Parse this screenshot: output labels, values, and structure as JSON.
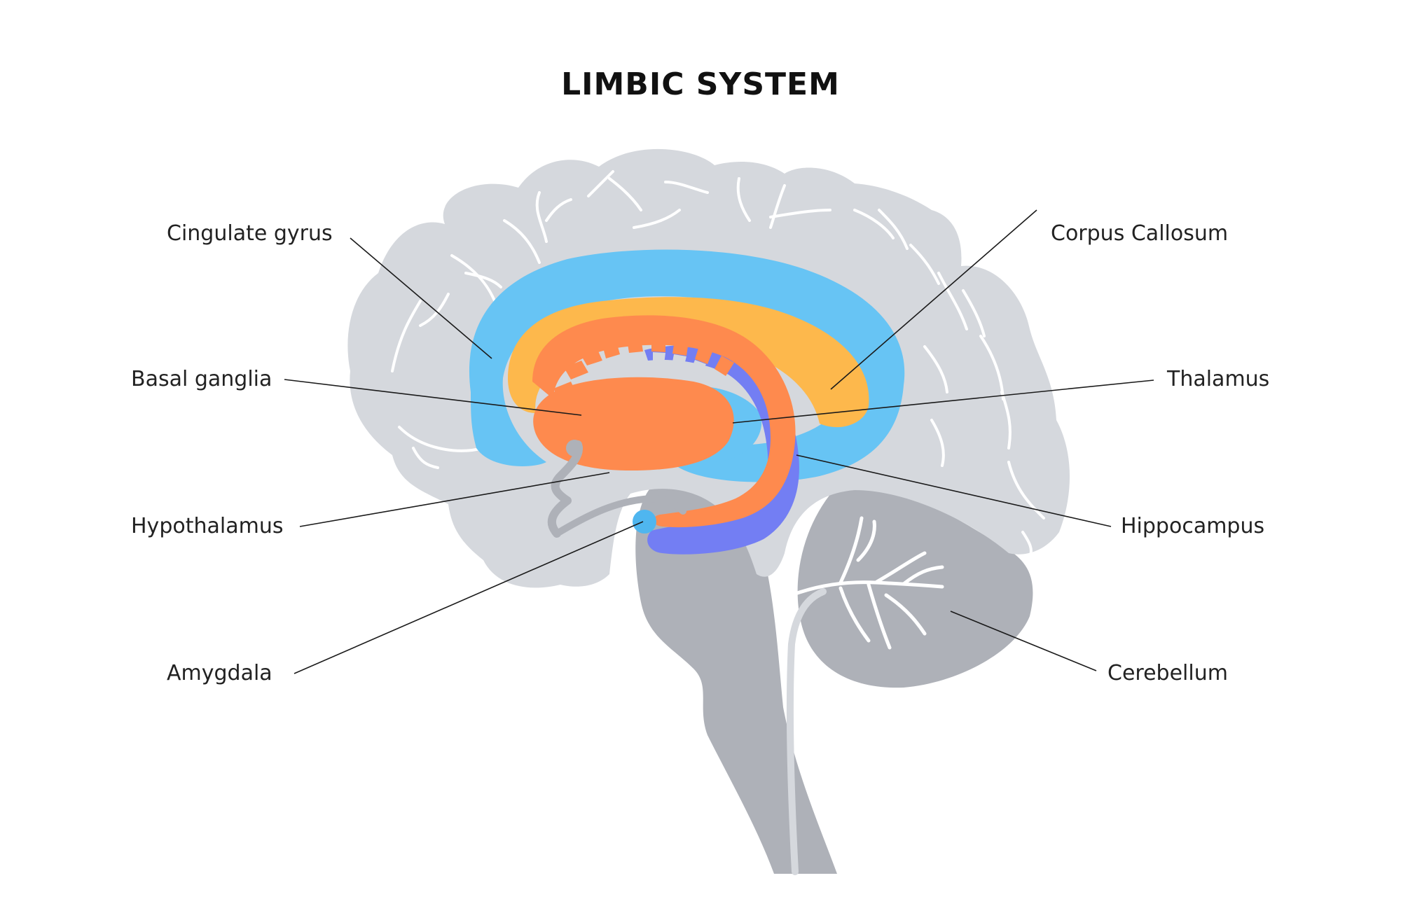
{
  "title": "LIMBIC SYSTEM",
  "colors": {
    "cerebrum": "#d5d8dd",
    "brainstem": "#aeb1b8",
    "cingulate": "#67c4f4",
    "corpus_callosum": "#fdb84c",
    "basal_ganglia": "#fe8a4e",
    "hippocampus": "#737ef3",
    "amygdala": "#4fb6ef",
    "sulci": "#ffffff",
    "leader_lines": "#1a1a1a"
  },
  "labels": {
    "cingulate_gyrus": "Cingulate gyrus",
    "basal_ganglia": "Basal ganglia",
    "hypothalamus": "Hypothalamus",
    "amygdala": "Amygdala",
    "corpus_callosum": "Corpus Callosum",
    "thalamus": "Thalamus",
    "hippocampus": "Hippocampus",
    "cerebellum": "Cerebellum"
  }
}
